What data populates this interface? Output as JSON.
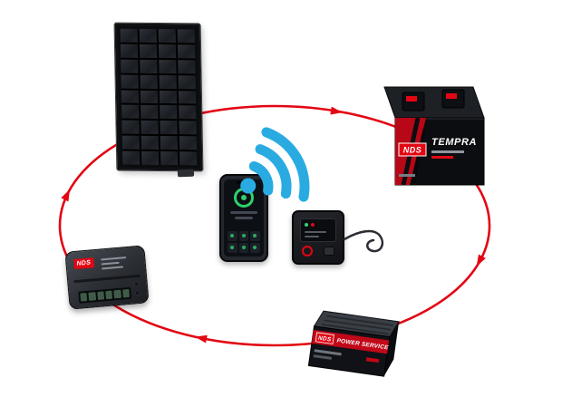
{
  "colors": {
    "accent_red": "#e30613",
    "wifi_blue": "#29abe2",
    "background": "#ffffff"
  },
  "icons": {
    "wireless": "wifi-icon",
    "cycle": "red-cycle-arrows"
  },
  "devices": {
    "battery": {
      "brand": "NDS",
      "model": "TEMPRA"
    },
    "charge_controller": {
      "brand": "NDS"
    },
    "power_service": {
      "brand": "NDS",
      "model": "POWER SERVICE"
    }
  }
}
